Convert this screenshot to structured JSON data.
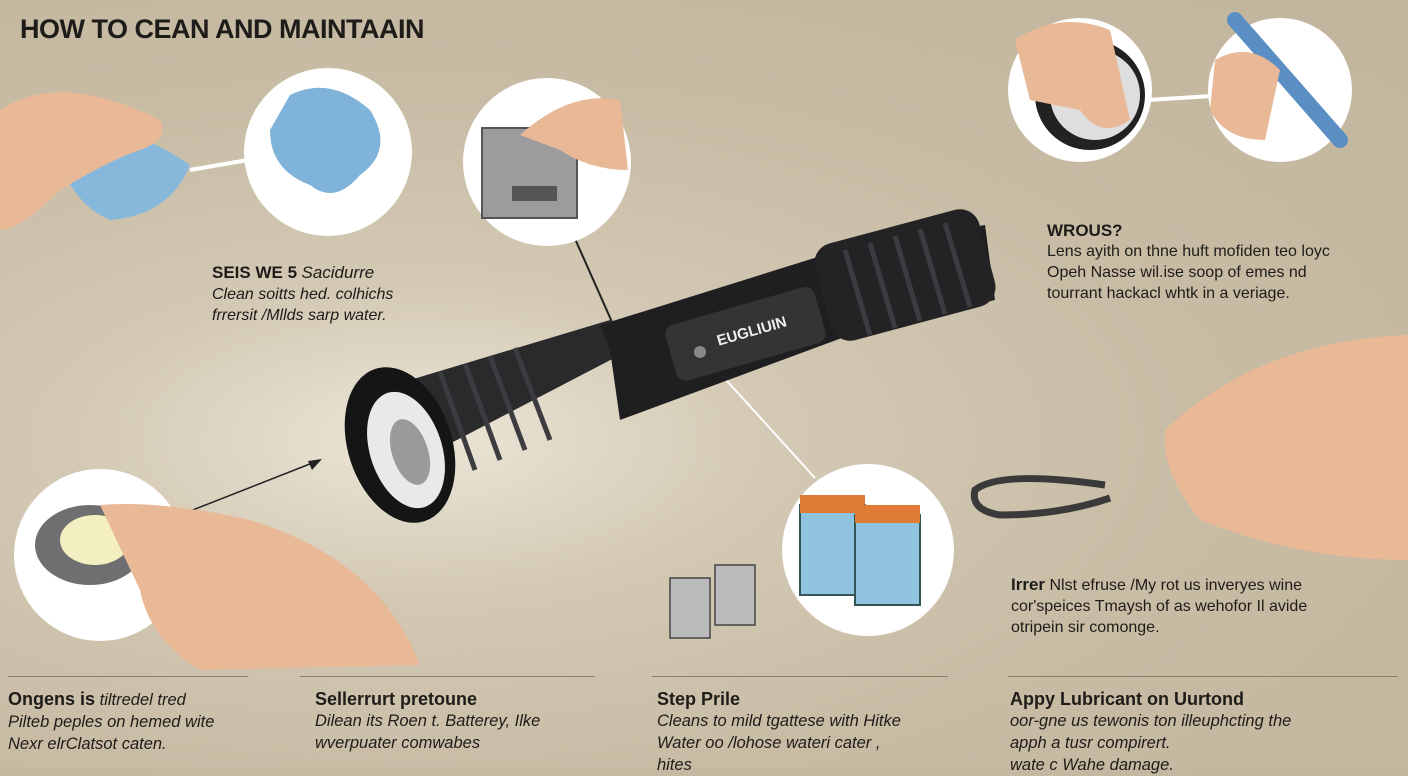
{
  "title": "HOW TO CEAN AND MAINTAAIN",
  "flashlight_brand": "EUGLIUIN",
  "blocks": {
    "cloth": {
      "heading": "SEIS WE 5",
      "heading_rest": "Sacidurre",
      "lines": [
        "Clean soitts hed. colhichs",
        "frrersit /Mllds sarp  water."
      ]
    },
    "lens": {
      "heading": "WROUS?",
      "lines": [
        "Lens ayith  on thne huft mofiden teo loyc",
        "Opeh Nasse wil.ise soop of emes nd",
        "tourrant hackacl whtk in a veriage."
      ]
    },
    "oring": {
      "heading": "Irrer",
      "heading_rest": "Nlst efruse /My rot us inveryes wine",
      "lines": [
        "cor'speices Tmaysh of as wehofor Il avide",
        "otripein sir comonge."
      ]
    }
  },
  "bottom": [
    {
      "heading": "Ongens is",
      "heading_rest": "tiltredel tred",
      "lines": [
        "Pilteb peples on hemed wite",
        "Nexr elrClatsot caten."
      ]
    },
    {
      "heading": "Sellerrurt pretoune",
      "lines": [
        "Dilean its Roen t. Batterey, Ilke",
        "wverpuater comwabes"
      ]
    },
    {
      "heading": "Step Prile",
      "lines": [
        "Cleans to mild tgattese with Hitke",
        "Water oo /lohose wateri cater ,",
        "hites"
      ]
    },
    {
      "heading": "Appy Lubricant on Uurtond",
      "lines": [
        "oor-gne us tewonis ton illeuphcting  the",
        "apph a tusr compirert.",
        "wate c Wahe damage."
      ]
    }
  ],
  "colors": {
    "background": "#c8bca5",
    "flashlight": "#1c1c1e",
    "cloth": "#7fb3d9",
    "battery_blue": "#8fc3e0",
    "battery_orange": "#e07b35",
    "skin": "#e9b897"
  }
}
